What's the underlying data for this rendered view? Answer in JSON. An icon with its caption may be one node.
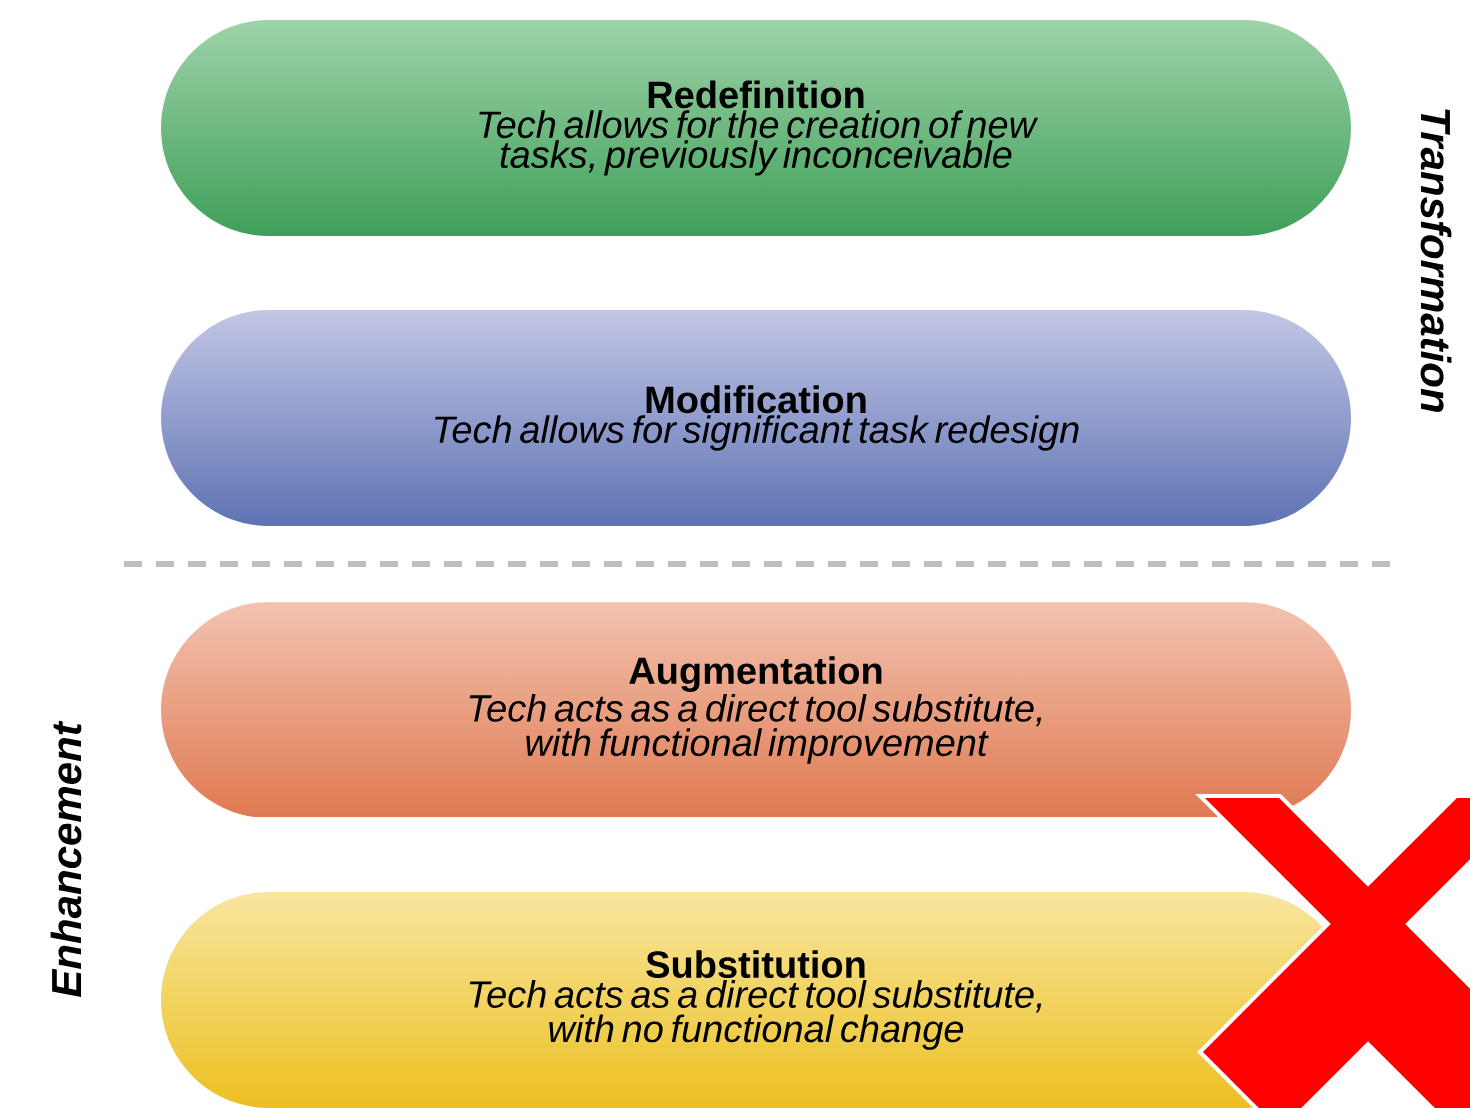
{
  "diagram": {
    "nodes": [
      {
        "text": [
          "Redefinition",
          "Tech allows for the creation of new tasks, previously inconceivable"
        ]
      },
      {
        "text": [
          "Modification",
          "Tech allows for significant task redesign"
        ]
      },
      {
        "text": [
          "Augmentation",
          "Tech acts as a direct tool substitute, with functional improvement"
        ]
      },
      {
        "text": [
          "Substitution",
          "Tech acts as a direct tool substitute, with no functional change"
        ]
      }
    ],
    "labels": [
      "Transformation",
      "Enhancement"
    ]
  }
}
